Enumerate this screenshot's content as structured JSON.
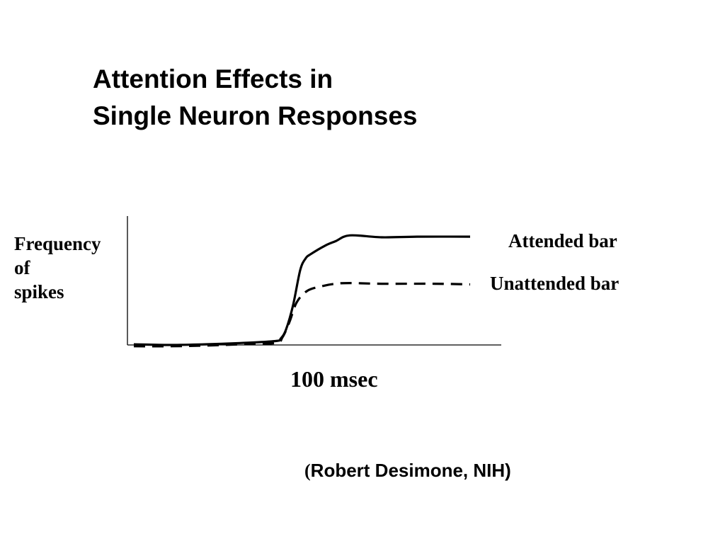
{
  "title": {
    "line1": "Attention Effects in",
    "line2": "Single Neuron Responses"
  },
  "credit": {
    "open_paren": "(",
    "name": "Robert Desimone, NIH)"
  },
  "chart_data": {
    "type": "line",
    "ylabel_lines": [
      "Frequency",
      "of",
      "spikes"
    ],
    "xlabel": "100 msec",
    "xlim": [
      0,
      100
    ],
    "ylim": [
      0,
      100
    ],
    "grid": false,
    "legend": "inline-right",
    "x_ticks": [],
    "y_ticks": [],
    "series": [
      {
        "name": "Attended bar",
        "style": "solid",
        "color": "#000000",
        "x": [
          0,
          10,
          20,
          30,
          40,
          41.5,
          43,
          45,
          47,
          48.5,
          50,
          54,
          57,
          61,
          70,
          80,
          95
        ],
        "y": [
          0.5,
          0,
          0.5,
          1.5,
          3,
          5,
          12,
          31,
          58,
          67,
          70.5,
          77,
          80.5,
          85,
          83.5,
          84,
          84
        ]
      },
      {
        "name": "Unattended bar",
        "style": "dashed",
        "color": "#000000",
        "x": [
          0,
          10,
          20,
          30,
          40,
          42,
          44,
          46,
          49,
          53,
          57,
          61,
          70,
          85,
          95
        ],
        "y": [
          -1,
          -1,
          -0.5,
          0.5,
          1.5,
          6,
          18,
          33,
          42,
          45.5,
          47.5,
          48,
          47.5,
          47.5,
          47
        ]
      }
    ]
  }
}
